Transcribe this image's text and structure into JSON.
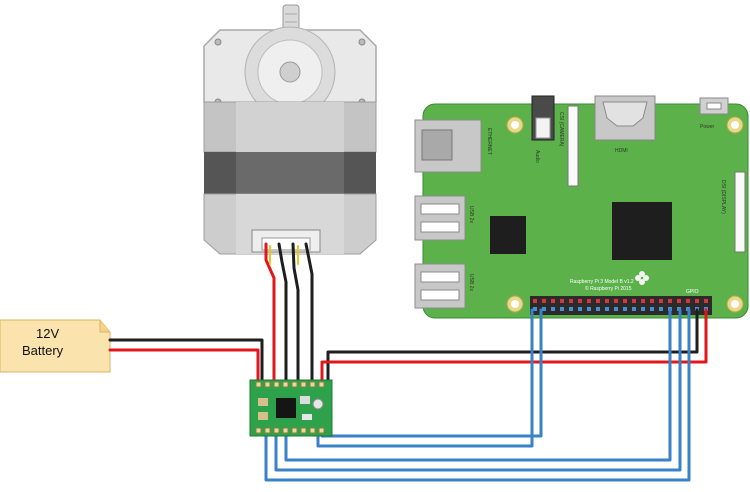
{
  "battery": {
    "line1": "12V",
    "line2": "Battery"
  },
  "raspberry_pi": {
    "ethernet": "ETHERNET",
    "audio": "Audio",
    "camera": "CSI (CAMERA)",
    "hdmi": "HDMI",
    "power": "Power",
    "display": "DSI (DISPLAY)",
    "usb_top": "USB 2x",
    "usb_bottom": "USB 2x",
    "model_line1": "Raspberry Pi 3 Model B v1.2",
    "model_line2": "© Raspberry Pi 2015",
    "gpio": "GPIO"
  },
  "colors": {
    "board_green": "#5cb14b",
    "wire_red": "#e0171b",
    "wire_black": "#1e1e1e",
    "wire_blue": "#3a82c8",
    "motor_grey": "#b8b8b8",
    "driver_green": "#2ea24a",
    "battery_fill": "#fbe3ad"
  }
}
